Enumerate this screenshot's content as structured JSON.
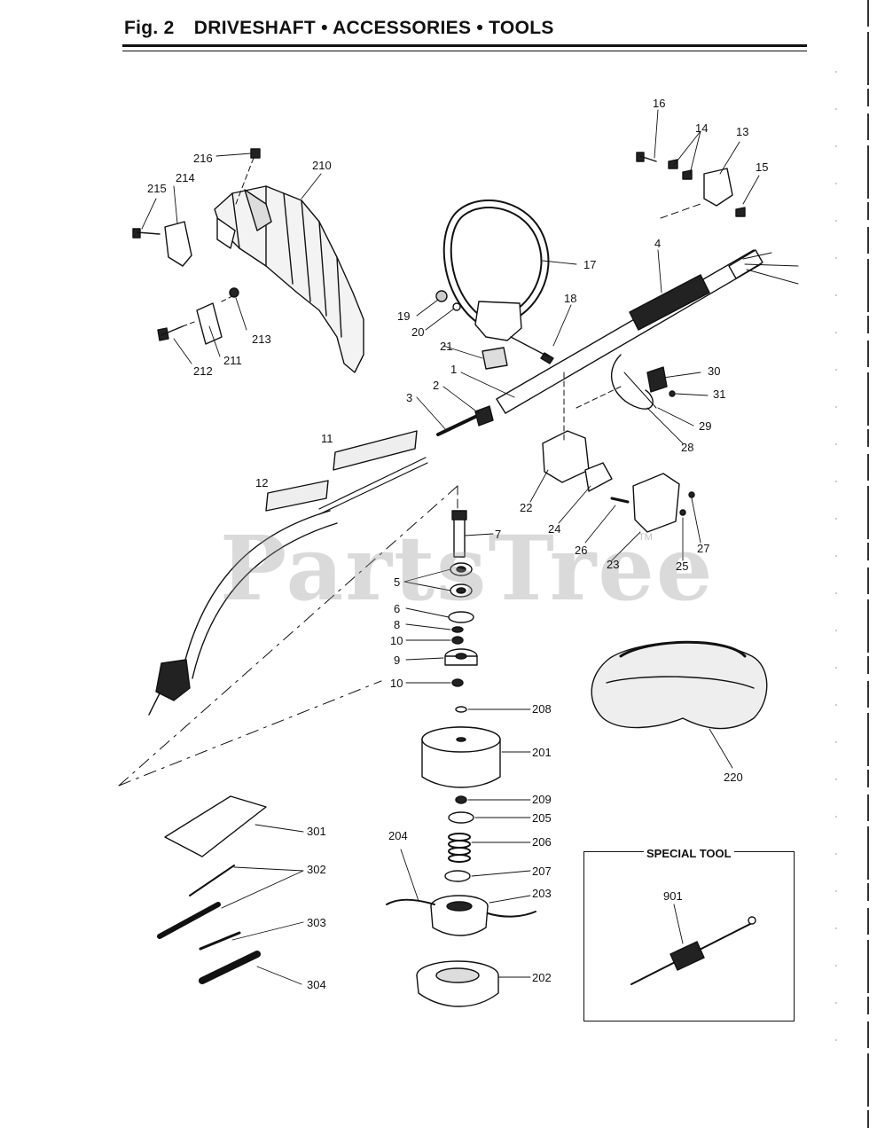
{
  "header": {
    "fig": "Fig. 2",
    "title": "DRIVESHAFT • ACCESSORIES • TOOLS"
  },
  "watermark": {
    "text": "PartsTree",
    "tm": "TM"
  },
  "special_tool": {
    "title": "SPECIAL TOOL"
  },
  "labels": {
    "l216": "216",
    "l210": "210",
    "l215": "215",
    "l214": "214",
    "l213": "213",
    "l212": "212",
    "l211": "211",
    "l16": "16",
    "l14": "14",
    "l13": "13",
    "l15": "15",
    "l4": "4",
    "l17": "17",
    "l18": "18",
    "l19": "19",
    "l20": "20",
    "l21": "21",
    "l1": "1",
    "l2": "2",
    "l3": "3",
    "l11": "11",
    "l12": "12",
    "l30": "30",
    "l31": "31",
    "l29": "29",
    "l28": "28",
    "l22": "22",
    "l24": "24",
    "l26": "26",
    "l23": "23",
    "l25": "25",
    "l27": "27",
    "l7": "7",
    "l5": "5",
    "l6": "6",
    "l8": "8",
    "l10a": "10",
    "l9": "9",
    "l10b": "10",
    "l208": "208",
    "l201": "201",
    "l209": "209",
    "l205": "205",
    "l206": "206",
    "l204": "204",
    "l207": "207",
    "l203": "203",
    "l202": "202",
    "l220": "220",
    "l301": "301",
    "l302": "302",
    "l303": "303",
    "l304": "304",
    "l901": "901"
  }
}
